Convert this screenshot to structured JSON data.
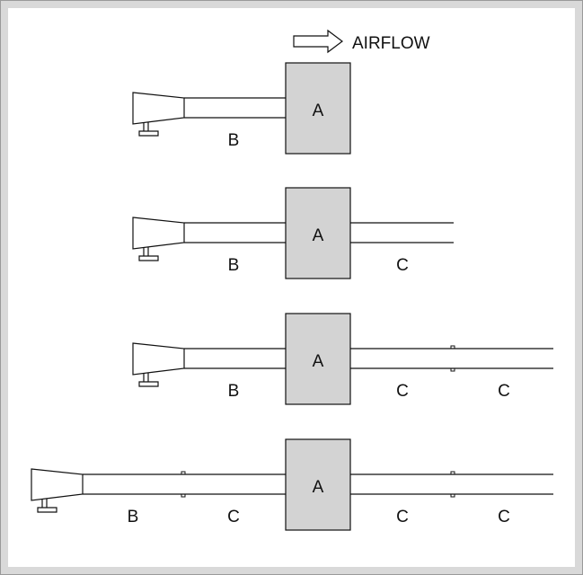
{
  "legend": {
    "arrow_icon": "hollow-right-arrow-icon",
    "label": "AIRFLOW"
  },
  "labels": {
    "unit": "A",
    "inlet_duct": "B",
    "outlet_duct": "C"
  },
  "colors": {
    "unit_fill": "#d3d3d3",
    "stroke": "#111111",
    "frame": "#d9d9d9",
    "panel": "#ffffff"
  },
  "configurations": [
    {
      "inlet_sections": 1,
      "outlet_sections": 0
    },
    {
      "inlet_sections": 1,
      "outlet_sections": 1
    },
    {
      "inlet_sections": 1,
      "outlet_sections": 2
    },
    {
      "inlet_sections": 2,
      "outlet_sections": 2
    }
  ]
}
